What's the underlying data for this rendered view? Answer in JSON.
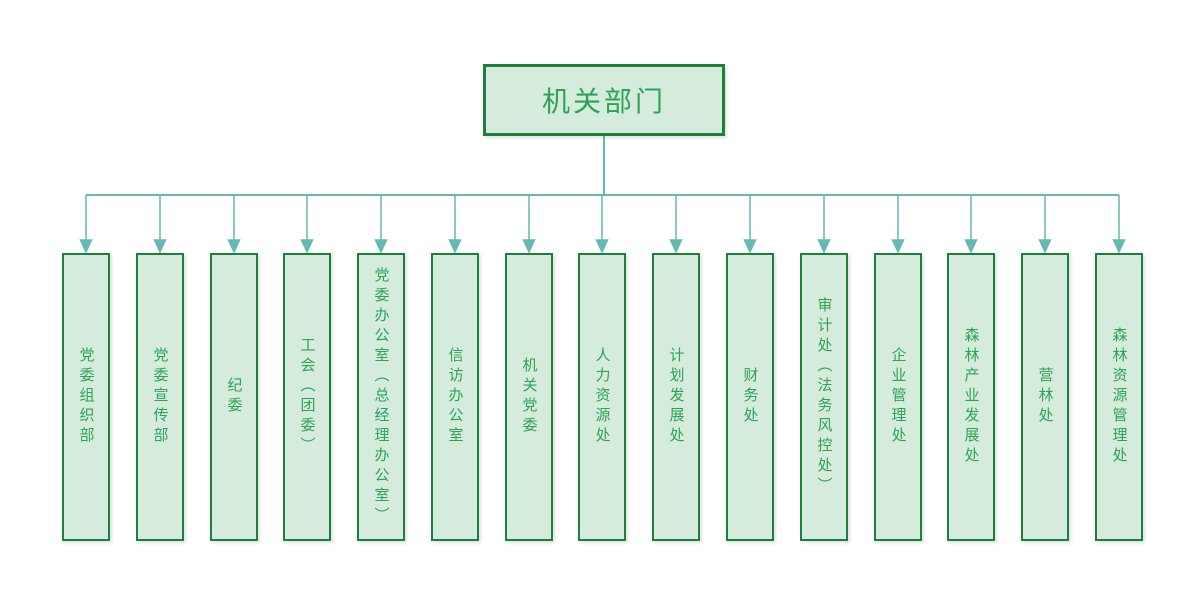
{
  "diagram": {
    "type": "org-chart",
    "root": {
      "label": "机关部门"
    },
    "departments": [
      {
        "label": "党委组织部"
      },
      {
        "label": "党委宣传部"
      },
      {
        "label": "纪委"
      },
      {
        "label": "工会（团委）"
      },
      {
        "label": "党委办公室（总经理办公室）"
      },
      {
        "label": "信访办公室"
      },
      {
        "label": "机关党委"
      },
      {
        "label": "人力资源处"
      },
      {
        "label": "计划发展处"
      },
      {
        "label": "财务处"
      },
      {
        "label": "审计处（法务风控处）"
      },
      {
        "label": "企业管理处"
      },
      {
        "label": "森林产业发展处"
      },
      {
        "label": "营林处"
      },
      {
        "label": "森林资源管理处"
      }
    ],
    "colors": {
      "box_fill": "#d5ecdc",
      "box_border": "#1b7f3e",
      "text_color": "#2fa257",
      "connector": "#64bab0"
    }
  }
}
